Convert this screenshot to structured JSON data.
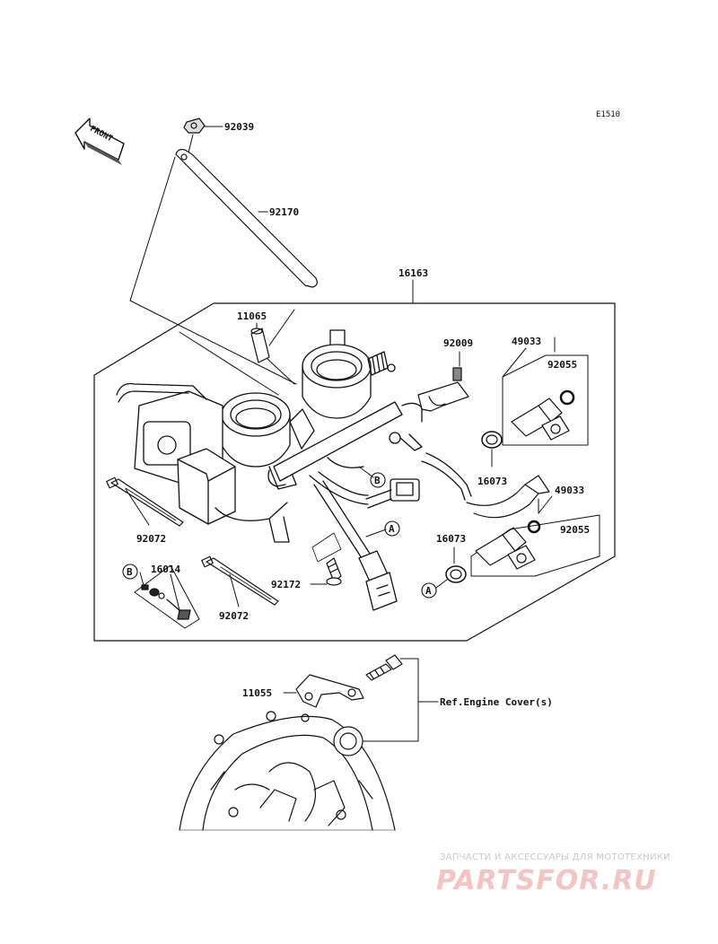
{
  "diagram": {
    "code": "E1510",
    "front_label": "FRONT",
    "callouts": {
      "p92039": "92039",
      "p92170": "92170",
      "p16163": "16163",
      "p11065": "11065",
      "p92009": "92009",
      "p49033a": "49033",
      "p92055a": "92055",
      "p16073a": "16073",
      "p49033b": "49033",
      "p92055b": "92055",
      "p16073b": "16073",
      "p92072a": "92072",
      "p16014": "16014",
      "p92072b": "92072",
      "p92172": "92172",
      "p11055": "11055",
      "ref_engine_cover": "Ref.Engine Cover(s)",
      "marker_a1": "A",
      "marker_a2": "A",
      "marker_b1": "B",
      "marker_b2": "B"
    }
  },
  "watermark": {
    "tagline": "ЗАПЧАСТИ И АКСЕССУАРЫ ДЛЯ МОТОТЕХНИКИ",
    "logo": "PARTSFOR.RU",
    "color": "#e8a0a0"
  }
}
